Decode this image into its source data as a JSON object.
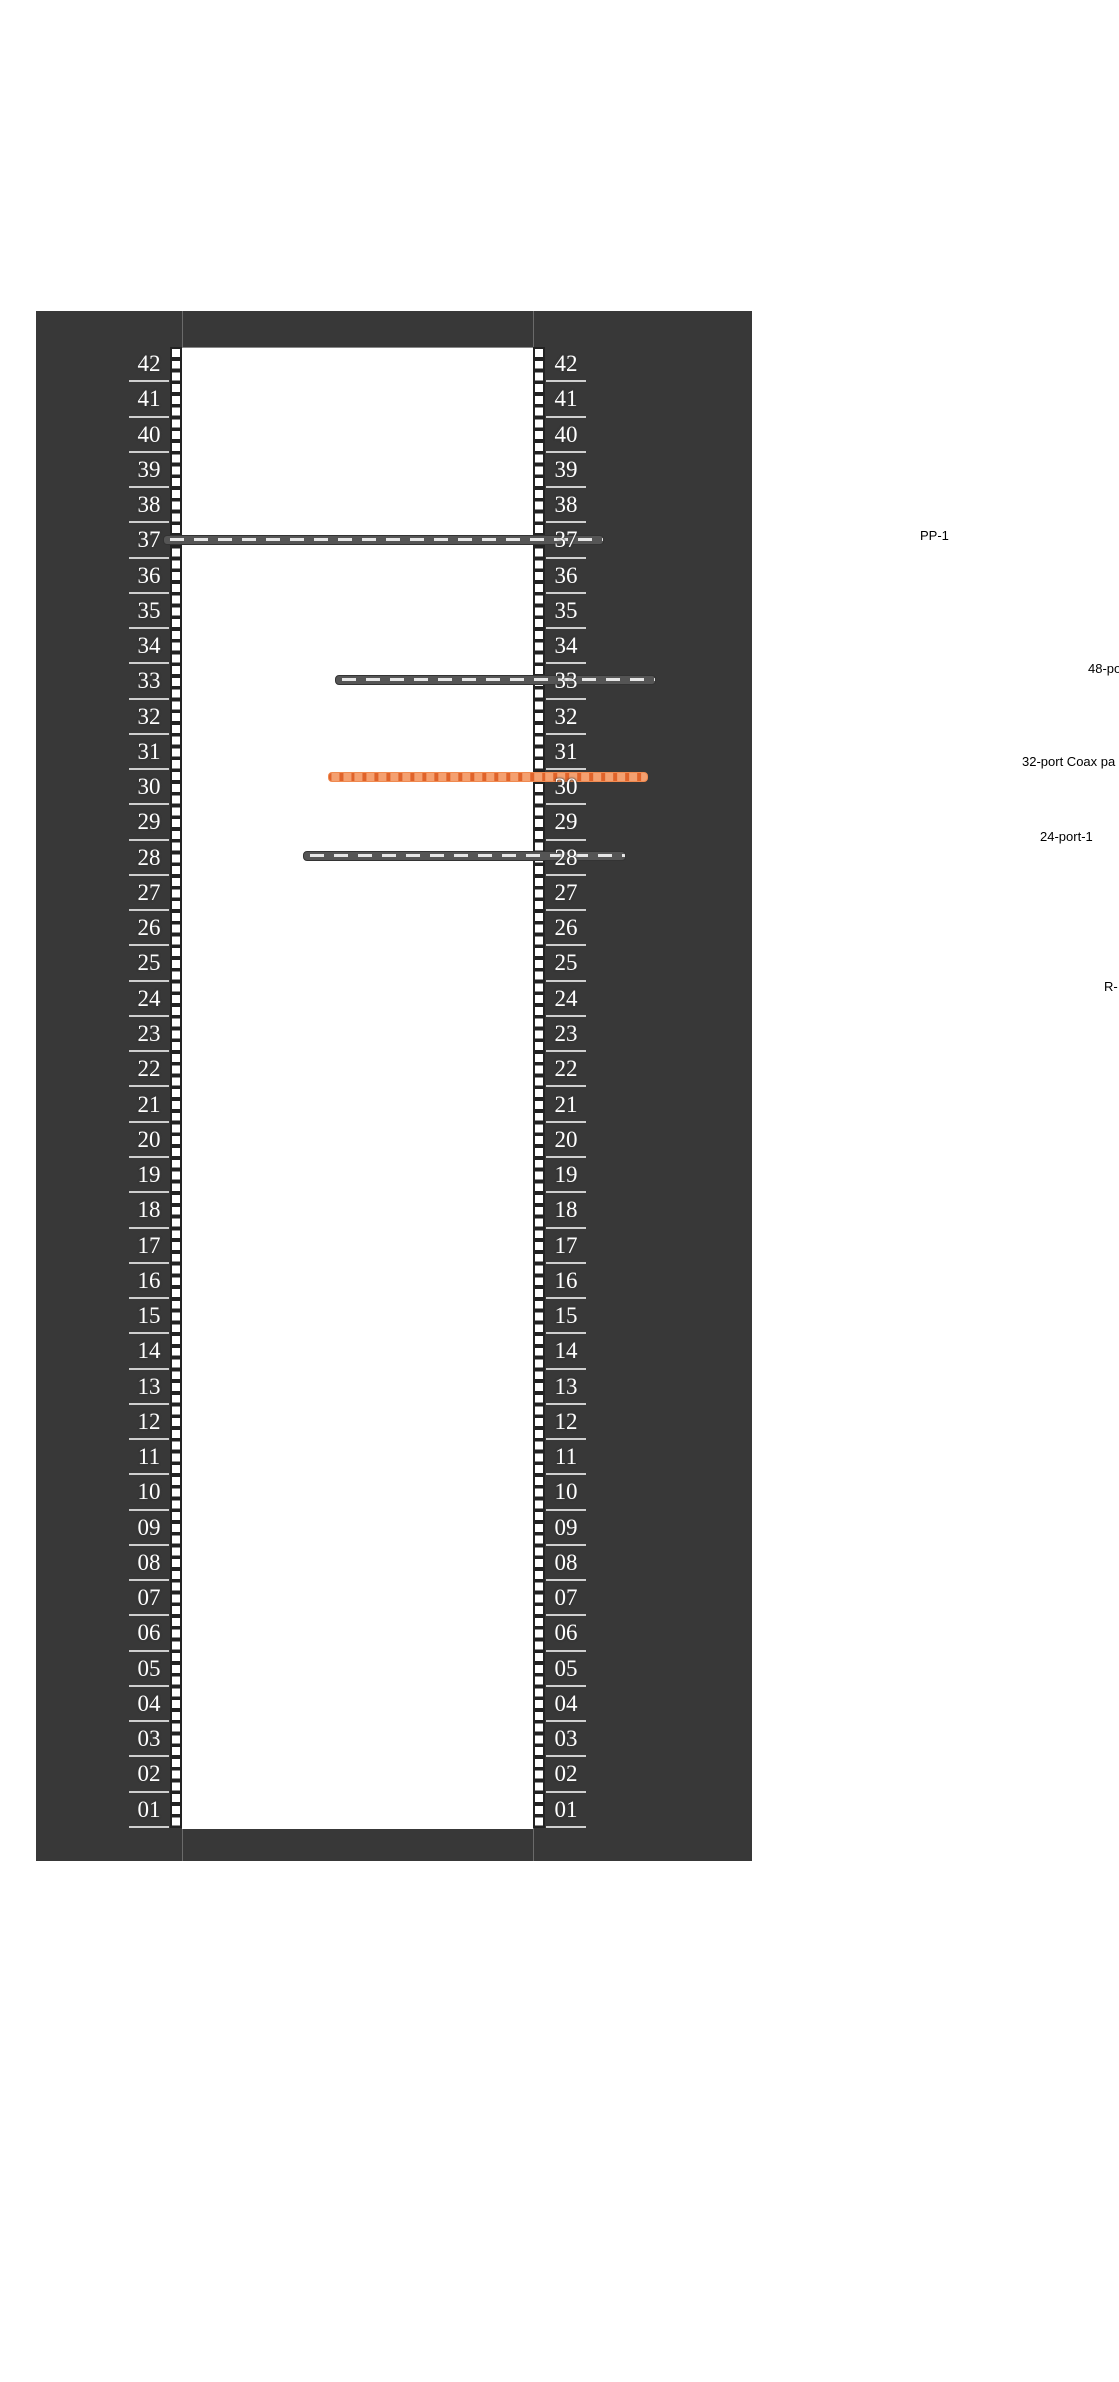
{
  "rack": {
    "units": [
      "42",
      "41",
      "40",
      "39",
      "38",
      "37",
      "36",
      "35",
      "34",
      "33",
      "32",
      "31",
      "30",
      "29",
      "28",
      "27",
      "26",
      "25",
      "24",
      "23",
      "22",
      "21",
      "20",
      "19",
      "18",
      "17",
      "16",
      "15",
      "14",
      "13",
      "12",
      "11",
      "10",
      "09",
      "08",
      "07",
      "06",
      "05",
      "04",
      "03",
      "02",
      "01"
    ],
    "colors": {
      "frame": "#383838",
      "coax": "#f08a50",
      "device": "#555555"
    }
  },
  "devices": [
    {
      "label": "PP-1",
      "unit": 37,
      "type": "patch-panel"
    },
    {
      "label": "48-po",
      "unit": 33,
      "type": "patch-panel"
    },
    {
      "label": "32-port Coax pa",
      "unit": 30,
      "type": "coax"
    },
    {
      "label": "24-port-1",
      "unit": 28,
      "type": "patch-panel"
    }
  ],
  "extra_labels": [
    "R-"
  ]
}
